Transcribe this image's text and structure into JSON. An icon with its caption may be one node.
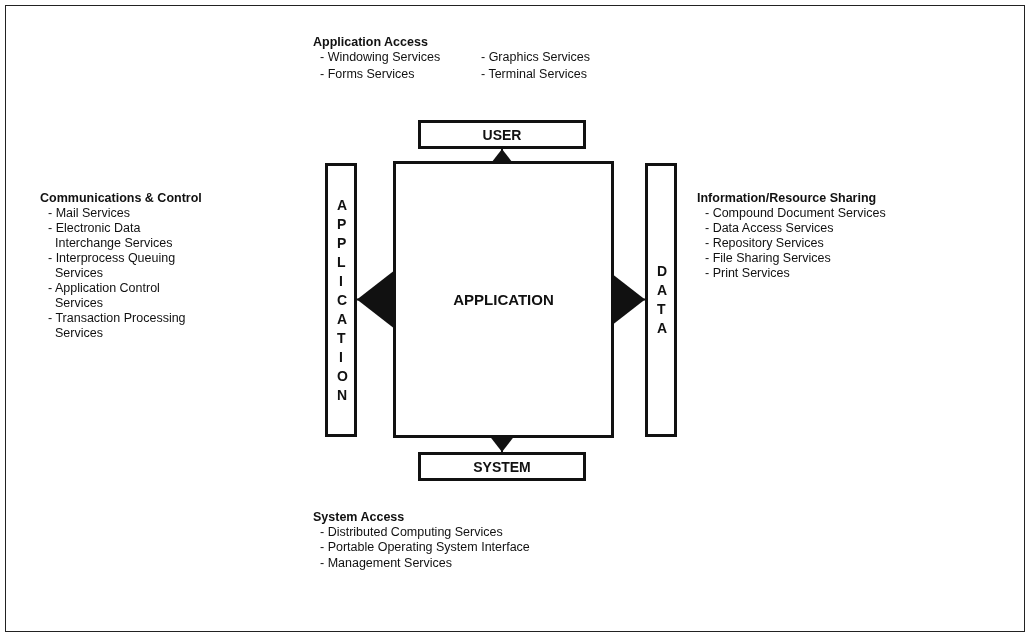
{
  "diagram": {
    "nodes": [
      {
        "text": [
          "USER"
        ]
      },
      {
        "text": [
          "APPLICATION"
        ]
      },
      {
        "text": [
          "APPLICATION"
        ]
      },
      {
        "text": [
          "DATA"
        ]
      },
      {
        "text": [
          "SYSTEM"
        ]
      }
    ],
    "edges": [
      {
        "from": 2,
        "to": 0,
        "arrow": "to"
      },
      {
        "from": 2,
        "to": 1,
        "arrow": "to"
      },
      {
        "from": 2,
        "to": 3,
        "arrow": "to"
      },
      {
        "from": 2,
        "to": 4,
        "arrow": "to"
      }
    ],
    "labels": [
      "Application Access",
      "- Windowing Services",
      "- Graphics Services",
      "- Forms Services",
      "- Terminal Services",
      "Communications & Control",
      "- Mail Services",
      "- Electronic Data Interchange Services",
      "- Interprocess Queuing Services",
      "- Application Control Services",
      "- Transaction Processing Services",
      "Information/Resource Sharing",
      "- Compound Document Services",
      "- Data Access Services",
      "- Repository Services",
      "- File Sharing Services",
      "- Print Services",
      "System Access",
      "- Distributed Computing Services",
      "- Portable Operating System Interface",
      "- Management Services"
    ]
  }
}
